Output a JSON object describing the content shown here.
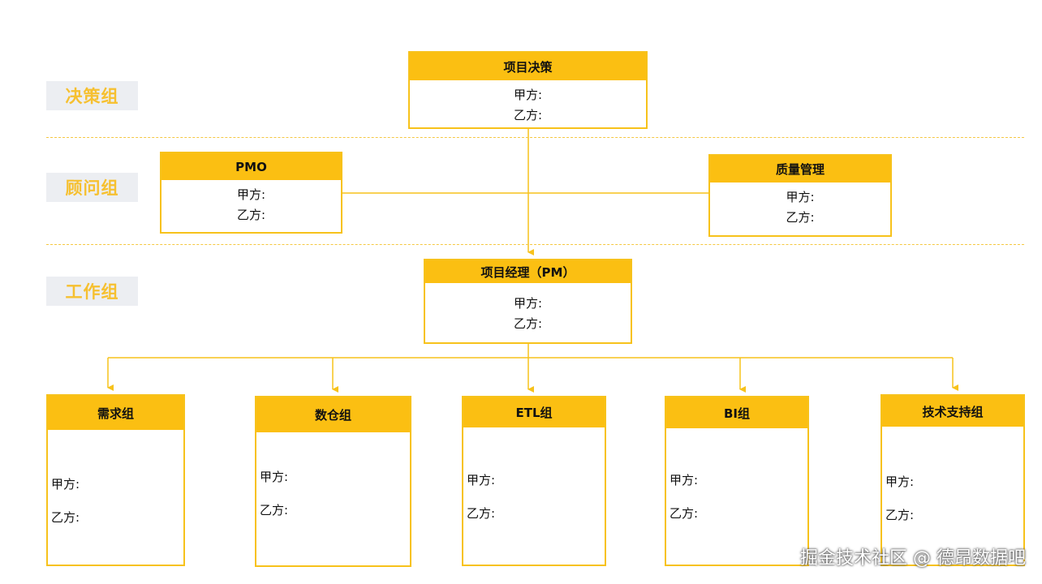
{
  "tiers": {
    "decision": "决策组",
    "advisory": "顾问组",
    "working": "工作组"
  },
  "boxes": {
    "project_decision": {
      "title": "项目决策",
      "party_a": "甲方:",
      "party_b": "乙方:"
    },
    "pmo": {
      "title": "PMO",
      "party_a": "甲方:",
      "party_b": "乙方:"
    },
    "quality": {
      "title": "质量管理",
      "party_a": "甲方:",
      "party_b": "乙方:"
    },
    "pm": {
      "title": "项目经理（PM）",
      "party_a": "甲方:",
      "party_b": "乙方:"
    },
    "requirements": {
      "title": "需求组",
      "party_a": "甲方:",
      "party_b": "乙方:"
    },
    "warehouse": {
      "title": "数仓组",
      "party_a": "甲方:",
      "party_b": "乙方:"
    },
    "etl": {
      "title": "ETL组",
      "party_a": "甲方:",
      "party_b": "乙方:"
    },
    "bi": {
      "title": "BI组",
      "party_a": "甲方:",
      "party_b": "乙方:"
    },
    "techsupport": {
      "title": "技术支持组",
      "party_a": "甲方:",
      "party_b": "乙方:"
    }
  },
  "watermark": "掘金技术社区 @ 德昂数据吧",
  "colors": {
    "accent": "#fbbf12",
    "border": "#f7c21b",
    "tier_text": "#f6c030",
    "tier_bg": "#eceef2"
  }
}
